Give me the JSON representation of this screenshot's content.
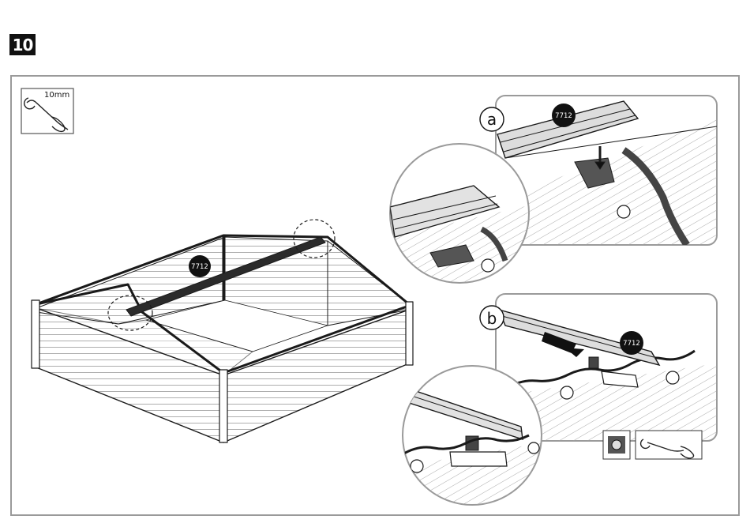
{
  "step": {
    "number": "10"
  },
  "tool": {
    "size_label": "10mm",
    "icon": "wrench-icon"
  },
  "part": {
    "code_main": "7712",
    "code_a": "7712",
    "code_b": "7712"
  },
  "callouts": {
    "a": "a",
    "b": "b"
  },
  "colors": {
    "line": "#1a1a1a",
    "frame": "#9a9a9a",
    "badge": "#111111",
    "panel_fill": "#ffffff"
  }
}
